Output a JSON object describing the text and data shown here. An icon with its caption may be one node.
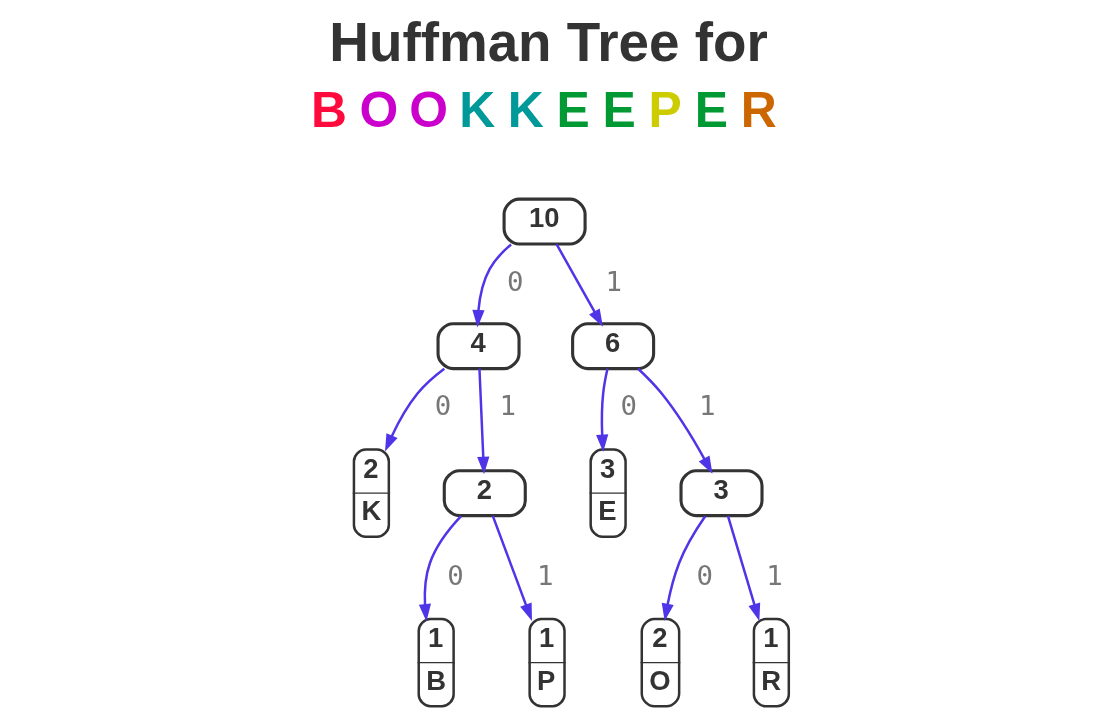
{
  "diagram": {
    "title": "Huffman Tree for",
    "nodes": [
      {
        "text": [
          "10"
        ]
      },
      {
        "text": [
          "4"
        ]
      },
      {
        "text": [
          "6"
        ]
      },
      {
        "text": [
          "2",
          "K"
        ]
      },
      {
        "text": [
          "2"
        ]
      },
      {
        "text": [
          "3",
          "E"
        ]
      },
      {
        "text": [
          "3"
        ]
      },
      {
        "text": [
          "1",
          "B"
        ]
      },
      {
        "text": [
          "1",
          "P"
        ]
      },
      {
        "text": [
          "2",
          "O"
        ]
      },
      {
        "text": [
          "1",
          "R"
        ]
      }
    ],
    "edges": [
      {
        "from": 0,
        "to": 1,
        "arrow": "to",
        "label": "0"
      },
      {
        "from": 0,
        "to": 2,
        "arrow": "to",
        "label": "1"
      },
      {
        "from": 1,
        "to": 3,
        "arrow": "to",
        "label": "0"
      },
      {
        "from": 1,
        "to": 4,
        "arrow": "to",
        "label": "1"
      },
      {
        "from": 2,
        "to": 5,
        "arrow": "to",
        "label": "0"
      },
      {
        "from": 2,
        "to": 6,
        "arrow": "to",
        "label": "1"
      },
      {
        "from": 4,
        "to": 7,
        "arrow": "to",
        "label": "0"
      },
      {
        "from": 4,
        "to": 8,
        "arrow": "to",
        "label": "1"
      },
      {
        "from": 6,
        "to": 9,
        "arrow": "to",
        "label": "0"
      },
      {
        "from": 6,
        "to": 10,
        "arrow": "to",
        "label": "1"
      }
    ],
    "labels": [
      "BOOKKEEPER"
    ]
  }
}
